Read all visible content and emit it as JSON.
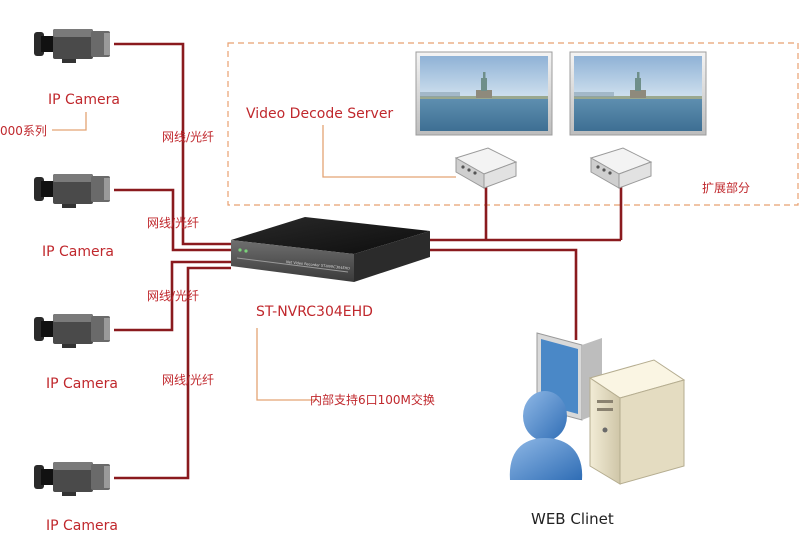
{
  "cameras": [
    {
      "label": "IP Camera"
    },
    {
      "label": "IP Camera"
    },
    {
      "label": "IP Camera"
    },
    {
      "label": "IP Camera"
    }
  ],
  "camera_note": "000系列",
  "link_labels": [
    "网线/光纤",
    "网线/光纤",
    "网线/光纤",
    "网线/光纤"
  ],
  "decode_server_label": "Video Decode Server",
  "expansion_label": "扩展部分",
  "nvr": {
    "model": "ST-NVRC304EHD",
    "front_text": "Net Video Recorder ST-NVRC304EHD",
    "switch_note": "内部支持6口100M交换"
  },
  "client_label": "WEB Clinet",
  "colors": {
    "label_red": "#c0282d",
    "wire": "#8a1a1e",
    "dashed_box": "#e8a070",
    "lead_line": "#e3a374"
  }
}
